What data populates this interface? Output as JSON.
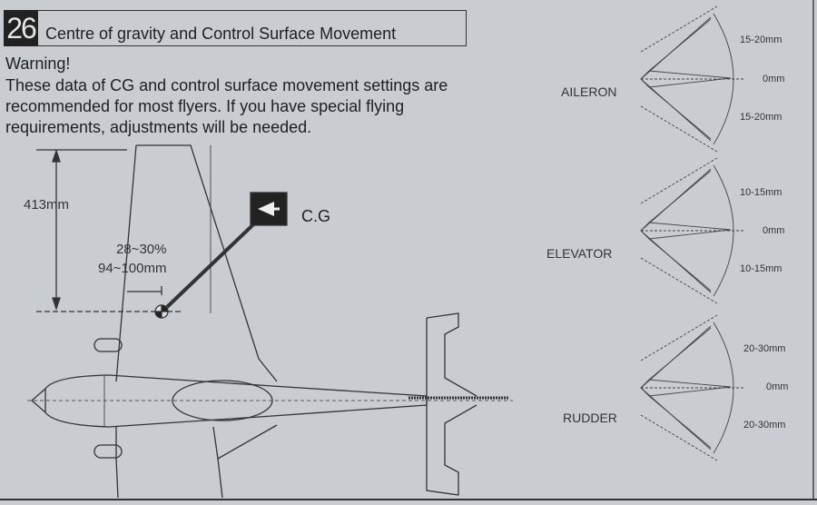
{
  "section": {
    "number": "26",
    "title": "Centre of gravity and Control Surface Movement"
  },
  "warning": {
    "heading": "Warning!",
    "text": "These data of CG and control surface movement settings are recommended for most flyers. If you have special flying requirements, adjustments will be needed."
  },
  "cg_diagram": {
    "chord_length": "413mm",
    "cg_percent": "28~30%",
    "cg_distance": "94~100mm",
    "cg_label": "C.G"
  },
  "controls": [
    {
      "name": "AILERON",
      "up": "15-20mm",
      "neutral": "0mm",
      "down": "15-20mm"
    },
    {
      "name": "ELEVATOR",
      "up": "10-15mm",
      "neutral": "0mm",
      "down": "10-15mm"
    },
    {
      "name": "RUDDER",
      "up": "20-30mm",
      "neutral": "0mm",
      "down": "20-30mm"
    }
  ]
}
